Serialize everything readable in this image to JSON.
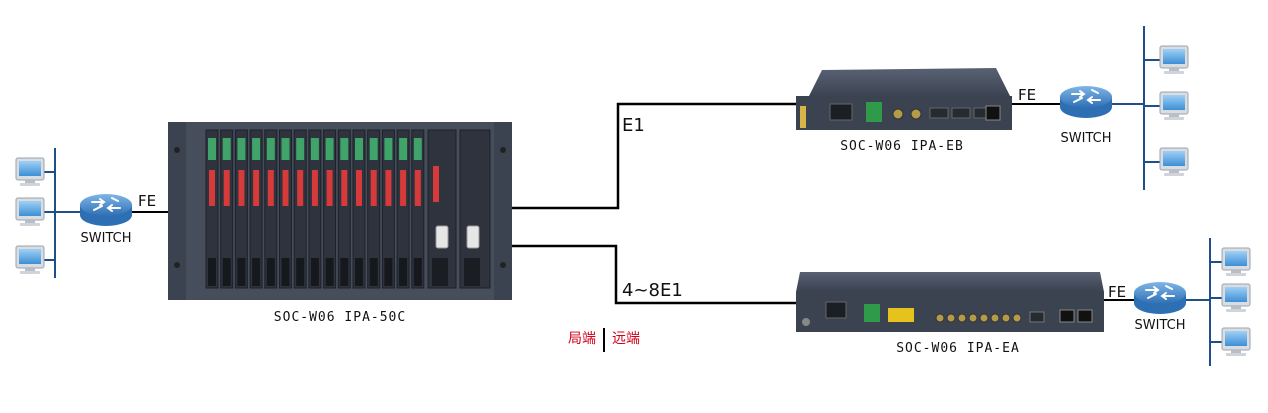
{
  "left_site": {
    "switch_label": "SWITCH",
    "link_label": "FE",
    "device_label": "SOC-W06 IPA-50C",
    "pc_count": 3
  },
  "links": {
    "top_label": "E1",
    "bottom_label": "4~8E1"
  },
  "remote_top": {
    "device_label": "SOC-W06 IPA-EB",
    "link_label": "FE",
    "switch_label": "SWITCH",
    "pc_count": 3
  },
  "remote_bottom": {
    "device_label": "SOC-W06 IPA-EA",
    "link_label": "FE",
    "switch_label": "SWITCH",
    "pc_count": 3
  },
  "legend": {
    "local": "局端",
    "remote": "远端",
    "color": "#d0021b"
  },
  "colors": {
    "chassis": "#3b4250",
    "switch": "#3a7fc4",
    "line": "#000000",
    "module_red": "#d73a3a"
  }
}
